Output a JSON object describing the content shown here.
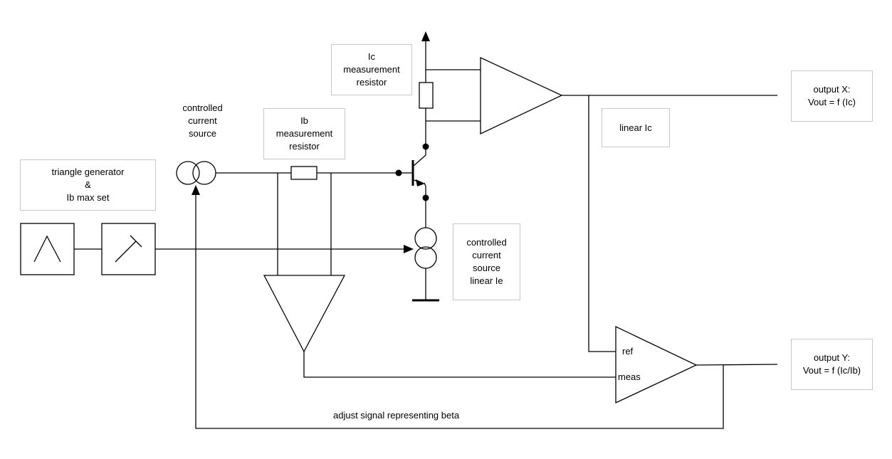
{
  "labels": {
    "ic_resistor": [
      "Ic",
      "measurement",
      "resistor"
    ],
    "controlled_source_top": [
      "controlled",
      "current",
      "source"
    ],
    "ib_resistor": [
      "Ib",
      "measurement",
      "resistor"
    ],
    "triangle_generator": [
      "triangle generator",
      "&",
      "Ib max set"
    ],
    "controlled_source_bottom": [
      "controlled",
      "current",
      "source",
      "linear Ie"
    ],
    "linear_ic": "linear Ic",
    "output_x": [
      "output X:",
      "Vout = f (Ic)"
    ],
    "output_y": [
      "output Y:",
      "Vout = f (Ic/Ib)"
    ],
    "ref": "ref",
    "meas": "meas",
    "adjust_signal": "adjust signal representing beta"
  }
}
